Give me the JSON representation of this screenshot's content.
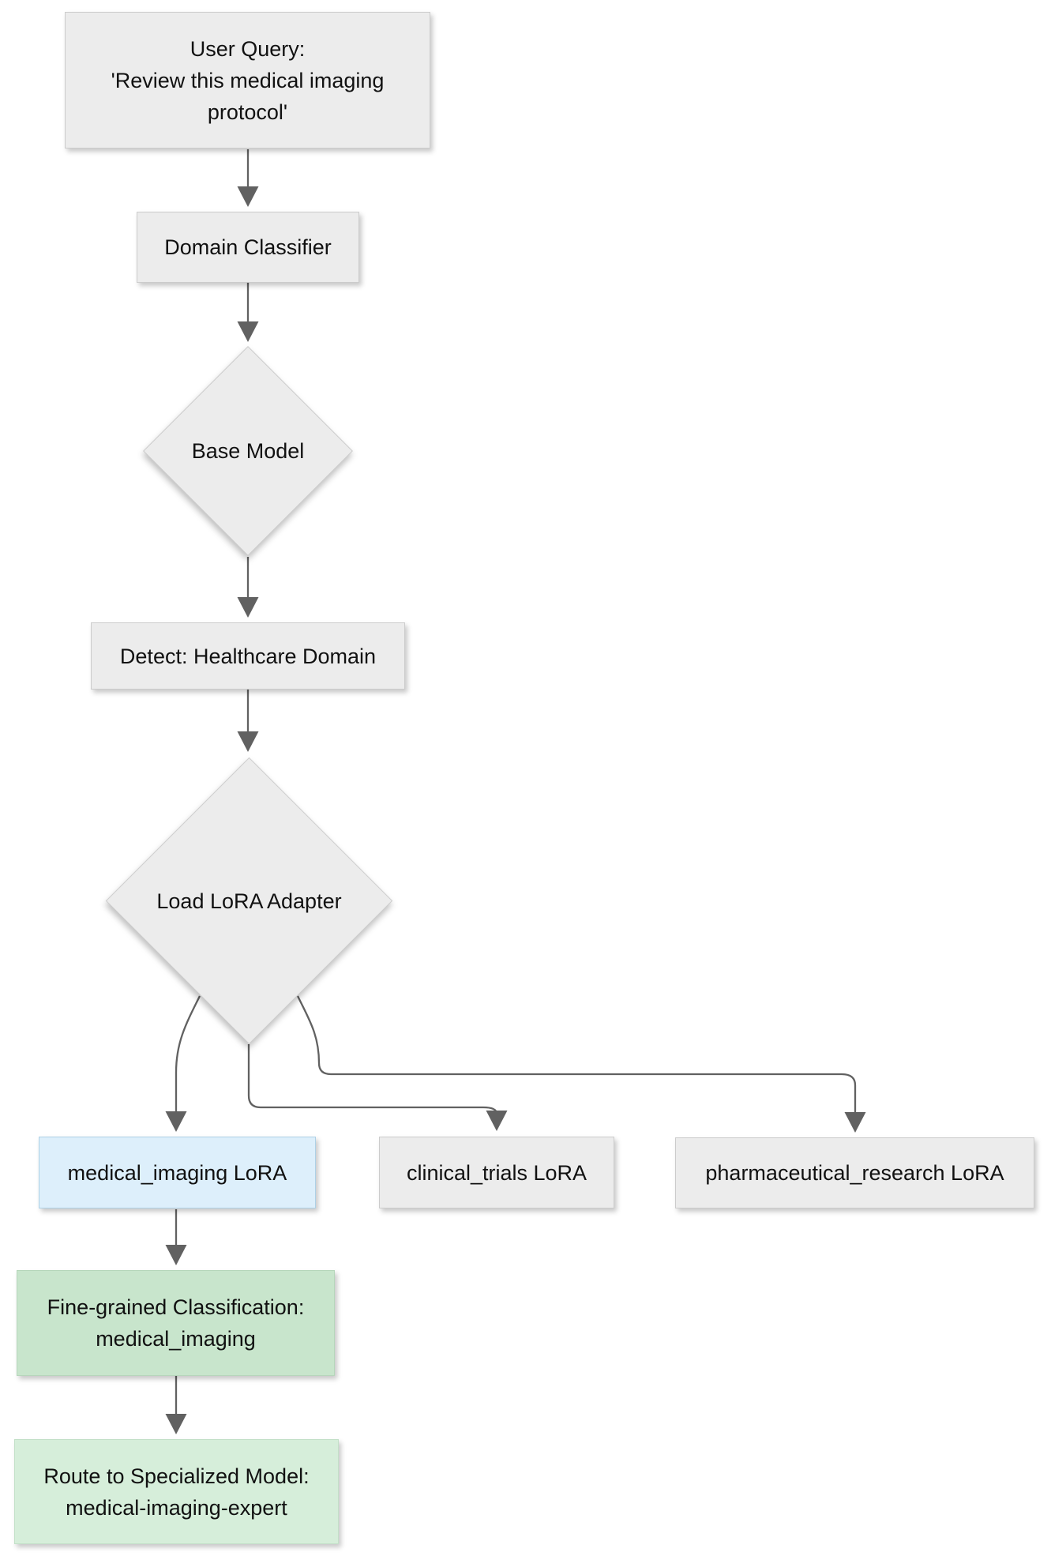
{
  "diagram": {
    "type": "flowchart",
    "nodes": {
      "user_query": {
        "label": "User Query:\n'Review this medical imaging\nprotocol'"
      },
      "domain_classifier": {
        "label": "Domain Classifier"
      },
      "base_model": {
        "label": "Base Model"
      },
      "detect_healthcare": {
        "label": "Detect: Healthcare Domain"
      },
      "load_lora": {
        "label": "Load LoRA Adapter"
      },
      "medical_imaging_lora": {
        "label": "medical_imaging LoRA"
      },
      "clinical_trials_lora": {
        "label": "clinical_trials LoRA"
      },
      "pharmaceutical_research_lora": {
        "label": "pharmaceutical_research LoRA"
      },
      "fine_grained": {
        "label": "Fine-grained Classification:\nmedical_imaging"
      },
      "route_specialized": {
        "label": "Route to Specialized Model:\nmedical-imaging-expert"
      }
    },
    "colors": {
      "node_fill": "#ececec",
      "node_border": "#cccccc",
      "highlight_blue_fill": "#ddeffb",
      "highlight_blue_border": "#aed1e6",
      "green_fill": "#c8e5cc",
      "green_border": "#b6d6bb",
      "green_light_fill": "#d6eeda",
      "green_light_border": "#c3e0c8",
      "edge": "#616161",
      "text": "#111111"
    }
  }
}
